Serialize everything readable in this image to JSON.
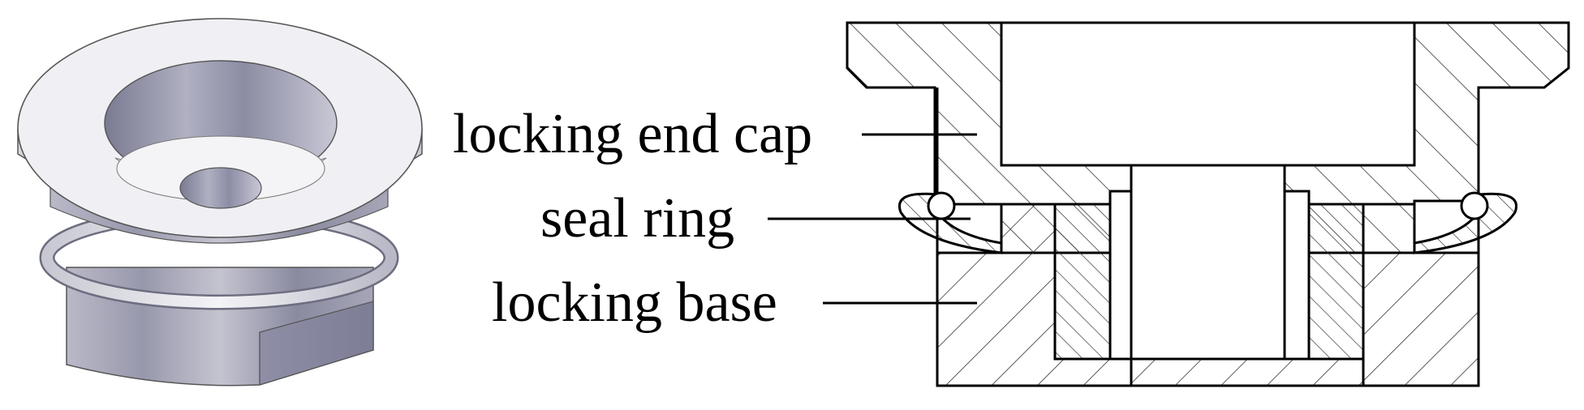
{
  "labels": {
    "end_cap": "locking end cap",
    "seal_ring": "seal ring",
    "base": "locking base"
  },
  "colors": {
    "line": "#000000",
    "hatch": "#333333",
    "background": "#ffffff",
    "metal_light": "#e6e6ea",
    "metal_mid": "#a9a9b8",
    "metal_dark": "#75758c"
  }
}
